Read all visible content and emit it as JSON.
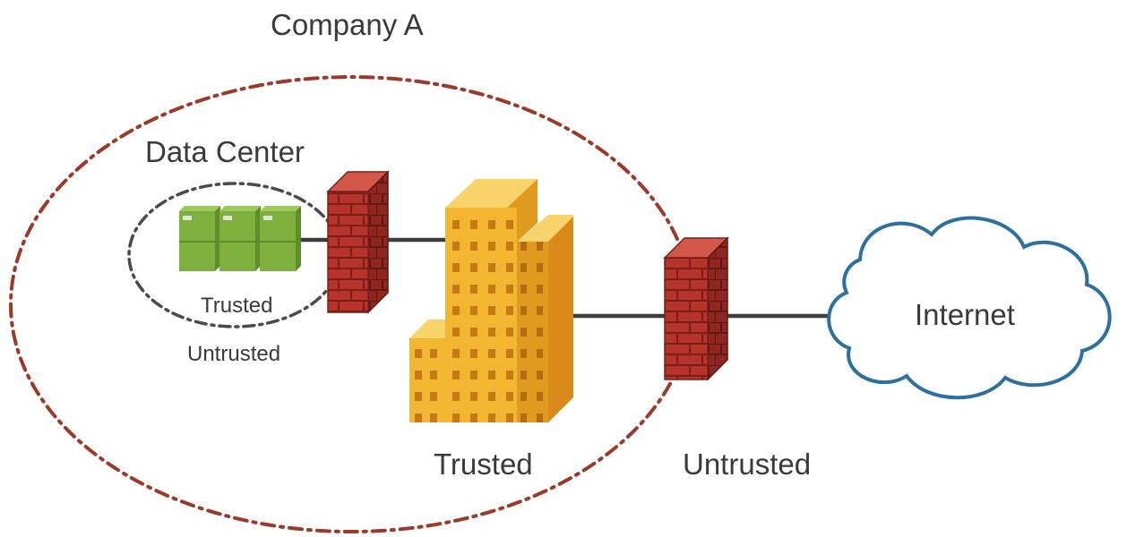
{
  "labels": {
    "company": "Company A",
    "data_center": "Data Center",
    "dc_trusted": "Trusted",
    "dc_untrusted": "Untrusted",
    "company_trusted": "Trusted",
    "company_untrusted": "Untrusted",
    "internet": "Internet"
  },
  "colors": {
    "company_boundary": "#9b3a2a",
    "datacenter_boundary": "#4a4a4a",
    "link": "#3d3d3d",
    "brick": "#b8342a",
    "building": "#f2b630",
    "server": "#7fb03e",
    "cloud_stroke": "#2d6f9e"
  },
  "icons": [
    "server-rack-icon",
    "firewall-icon",
    "building-icon",
    "cloud-icon"
  ]
}
